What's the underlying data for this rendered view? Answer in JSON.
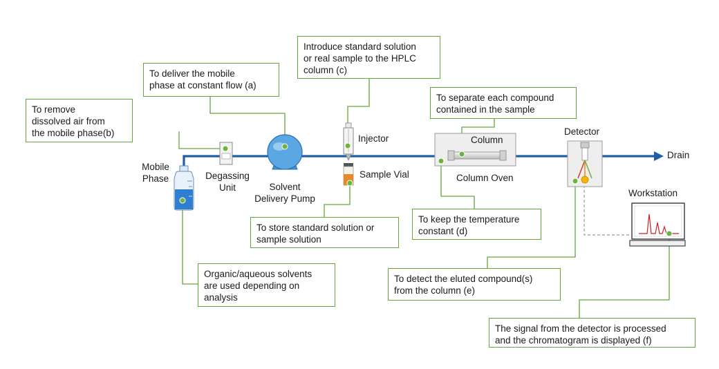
{
  "colors": {
    "flow_line": "#1f5fa8",
    "callout_border": "#62a83a",
    "dot": "#6cb33f",
    "leader": "#62a83a",
    "signal_line": "#999999",
    "solvent": "#2f7fd0",
    "pump_body": "#3f94d8",
    "sample": "#e58a2a",
    "chromatogram_peaks": "#cc2020"
  },
  "labels": {
    "mobile_phase": "Mobile\nPhase",
    "degassing_unit": "Degassing\nUnit",
    "pump": "Solvent\nDelivery Pump",
    "injector": "Injector",
    "sample_vial": "Sample Vial",
    "column": "Column",
    "column_oven": "Column Oven",
    "detector": "Detector",
    "drain": "Drain",
    "workstation": "Workstation"
  },
  "callouts": {
    "degasser": "To remove\ndissolved air from\nthe mobile phase(b)",
    "pump": "To deliver the mobile\nphase at constant flow (a)",
    "injector": "Introduce standard solution\nor real sample to the HPLC\ncolumn (c)",
    "column": "To separate each compound\ncontained in the sample",
    "vial": "To store standard solution or\nsample solution",
    "oven": "To keep the temperature\nconstant (d)",
    "solvents": "Organic/aqueous solvents\nare used depending on\nanalysis",
    "detector": "To detect the eluted compound(s)\nfrom the column (e)",
    "workstation": "The signal from the detector is processed\nand the chromatogram is displayed (f)"
  }
}
